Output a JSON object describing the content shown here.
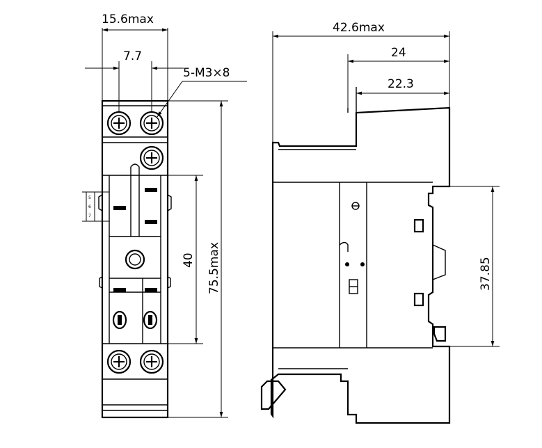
{
  "front_view": {
    "width_label": "15.6max",
    "pitch_label": "7.7",
    "screw_label": "5-M3×8",
    "height_label": "75.5max",
    "inner_label": "40",
    "small_labels": [
      "5",
      "6",
      "7"
    ]
  },
  "side_view": {
    "depth_label": "42.6max",
    "depth2_label": "24",
    "depth3_label": "22.3",
    "rail_label": "37.85"
  }
}
